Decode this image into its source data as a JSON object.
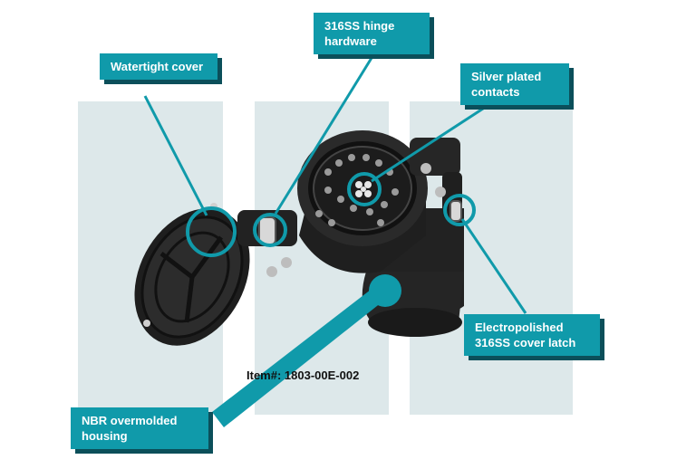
{
  "callouts": {
    "watertight_cover": "Watertight cover",
    "hinge_hardware": "316SS hinge hardware",
    "silver_contacts": "Silver plated contacts",
    "cover_latch": "Electropolished 316SS cover latch",
    "nbr_housing": "NBR overmolded housing"
  },
  "item_number": "Item#: 1803-00E-002",
  "colors": {
    "accent": "#109aaa",
    "accent_shadow": "#0b4f5a",
    "panel": "#dde8ea",
    "product": "#1c1c1c"
  }
}
